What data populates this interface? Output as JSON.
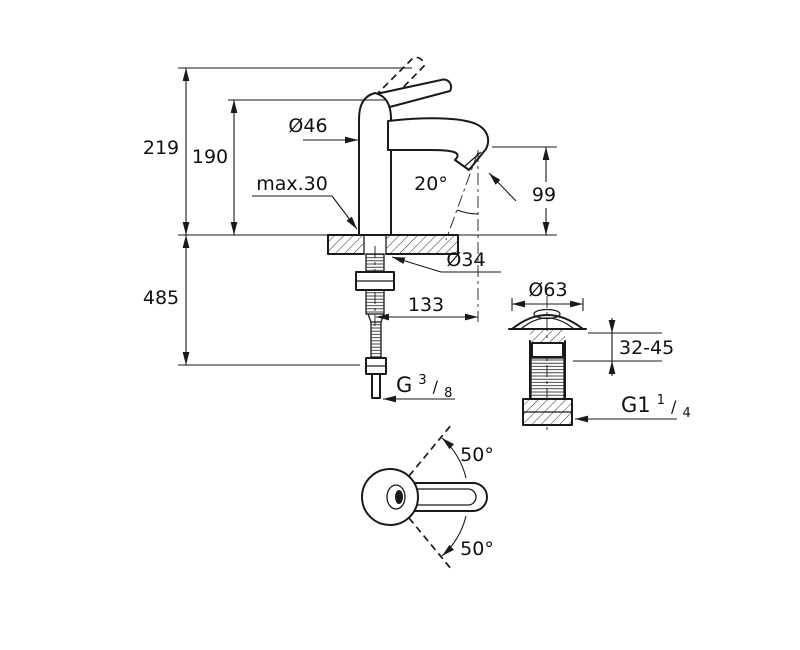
{
  "colors": {
    "line": "#1a1a1a",
    "background": "#ffffff"
  },
  "side_view": {
    "total_height": "219",
    "height_to_handle": "190",
    "depth_below_counter": "485",
    "base_diameter": "Ø46",
    "max_counter_thickness": "max.30",
    "outlet_angle": "20°",
    "outlet_height": "99",
    "hole_diameter": "Ø34",
    "spout_projection": "133",
    "supply_thread": {
      "prefix": "G",
      "sup": "3",
      "slash": "/",
      "sub": "8"
    }
  },
  "drain_view": {
    "flange_diameter": "Ø63",
    "clamp_range": "32-45",
    "waste_thread": {
      "prefix": "G1",
      "sup": "1",
      "slash": "/",
      "sub": "4"
    }
  },
  "top_view": {
    "swing_up": "50°",
    "swing_down": "50°"
  }
}
